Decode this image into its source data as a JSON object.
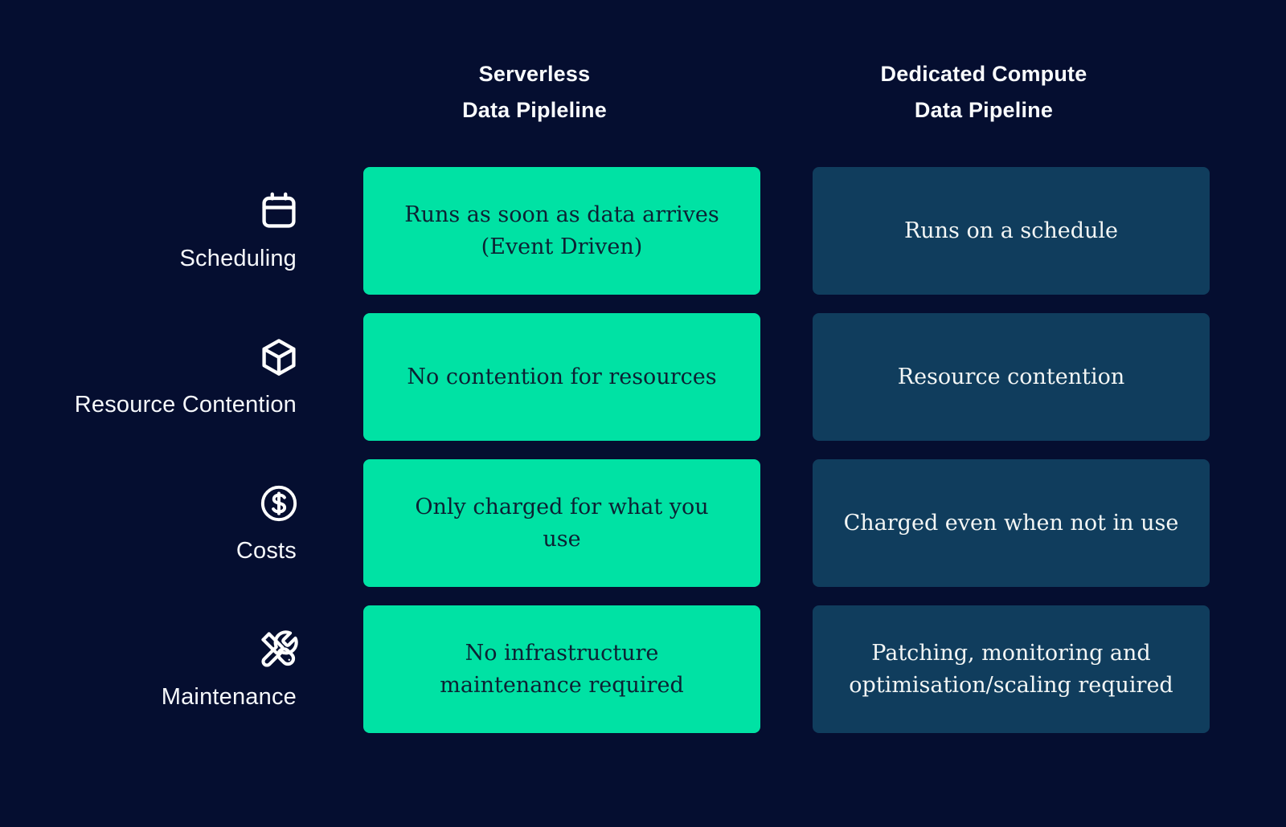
{
  "columns": [
    {
      "line1": "Serverless",
      "line2": "Data Pipleline"
    },
    {
      "line1": "Dedicated Compute",
      "line2": "Data Pipeline"
    }
  ],
  "rows": [
    {
      "label": "Scheduling",
      "icon": "calendar-icon",
      "serverless": "Runs as soon as data arrives (Event Driven)",
      "dedicated": "Runs on a schedule"
    },
    {
      "label": "Resource Contention",
      "icon": "cube-icon",
      "serverless": "No contention for resources",
      "dedicated": "Resource contention"
    },
    {
      "label": "Costs",
      "icon": "dollar-circle-icon",
      "serverless": "Only charged for what you use",
      "dedicated": "Charged even when not in use"
    },
    {
      "label": "Maintenance",
      "icon": "tools-icon",
      "serverless": "No infrastructure maintenance required",
      "dedicated": "Patching, monitoring and optimisation/scaling required"
    }
  ],
  "colors": {
    "background": "#050e30",
    "serverless_cell": "#00e2a4",
    "dedicated_cell": "#103d5d",
    "text_on_green": "#0c2133",
    "text_light": "#f3f6f5",
    "header_text": "#fafcfe"
  }
}
